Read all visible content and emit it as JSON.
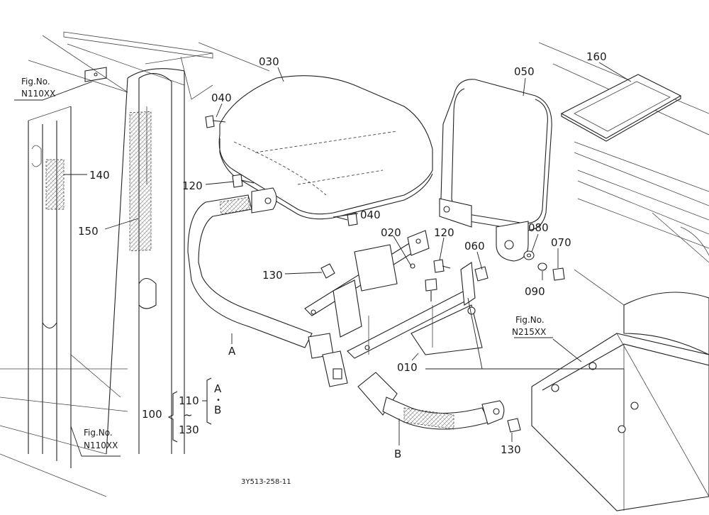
{
  "callouts": {
    "c030": "030",
    "c040a": "040",
    "c040b": "040",
    "c050": "050",
    "c160": "160",
    "c140": "140",
    "c150": "150",
    "c120a": "120",
    "c120b": "120",
    "c020": "020",
    "c060": "060",
    "c080": "080",
    "c070": "070",
    "c090": "090",
    "c130a": "130",
    "c130b": "130",
    "c010": "010",
    "cA": "A",
    "cB": "B"
  },
  "fig_refs": {
    "top_left_label": "Fig.No.",
    "top_left_value": "N110XX",
    "bottom_left_label": "Fig.No.",
    "bottom_left_value": "N110XX",
    "right_label": "Fig.No.",
    "right_value": "N215XX"
  },
  "legend": {
    "assembly": "100",
    "item_top": "110",
    "tilde": "~",
    "item_bottom": "130",
    "sub_a": "A",
    "sub_dot": "•",
    "sub_b": "B"
  },
  "drawing_code": "3Y513-258-11"
}
